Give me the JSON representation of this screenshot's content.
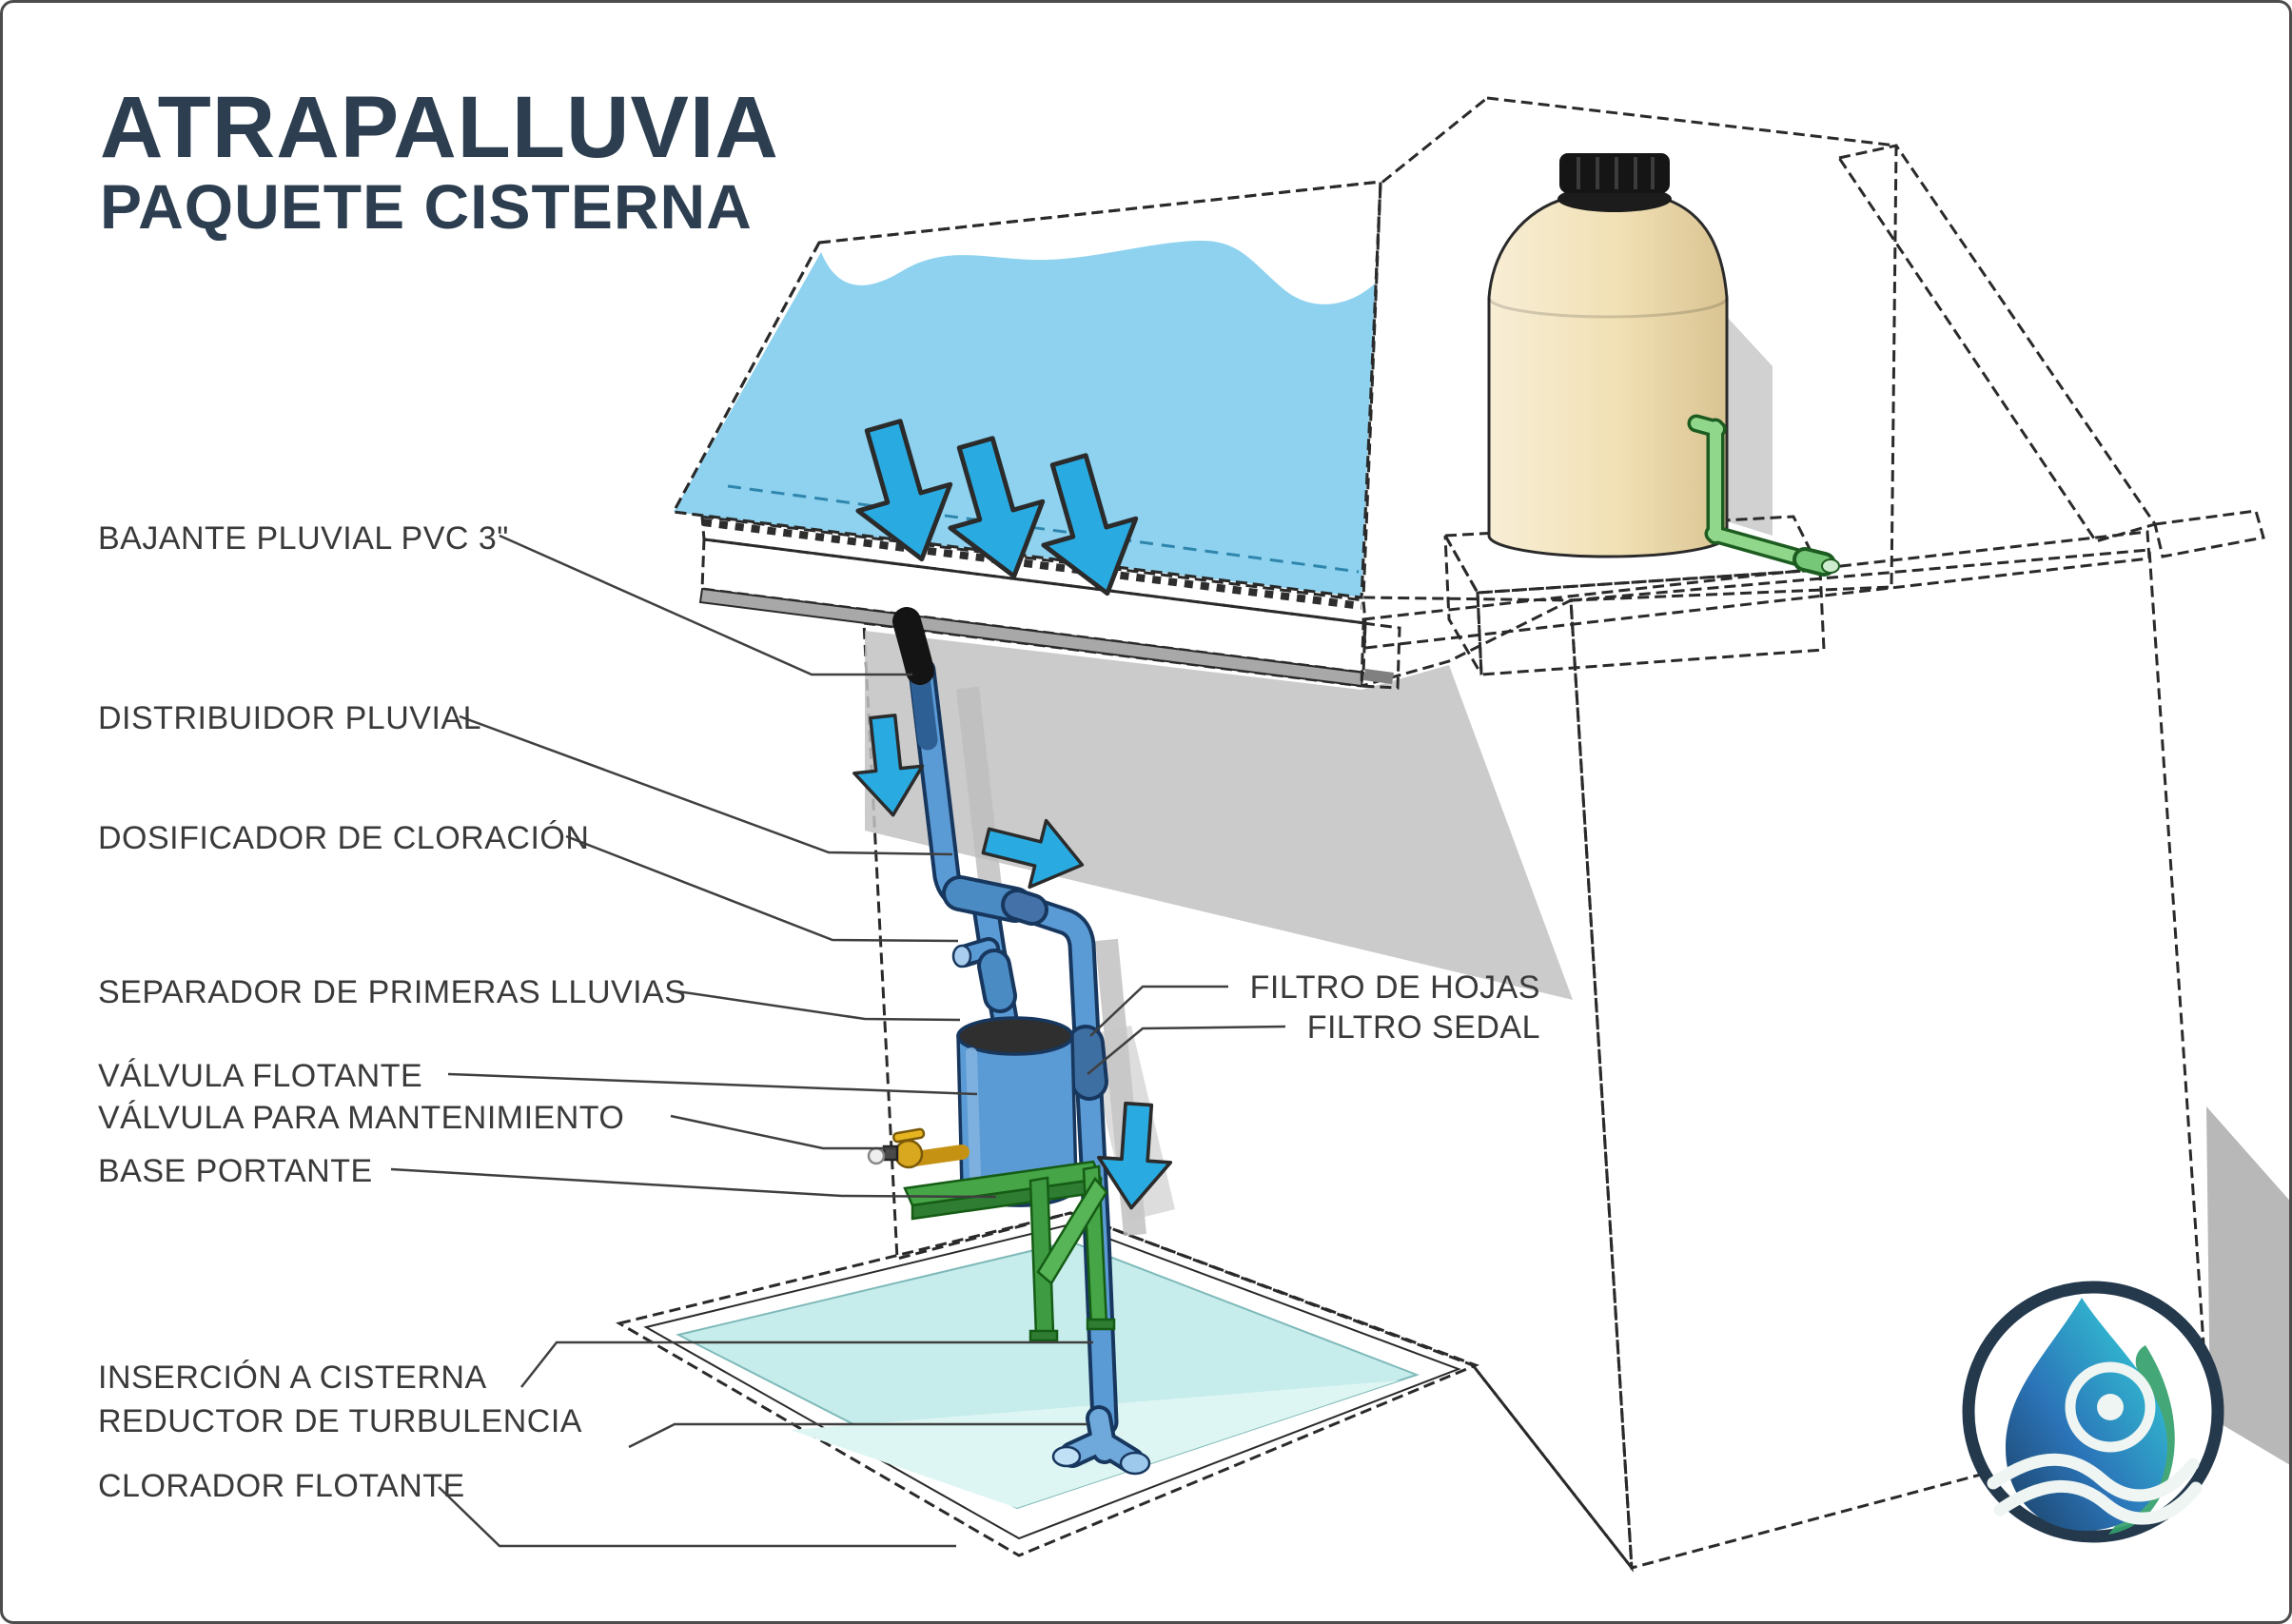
{
  "title": {
    "main": "ATRAPALLUVIA",
    "subtitle": "PAQUETE CISTERNA"
  },
  "labels": {
    "bajante_pluvial": "BAJANTE PLUVIAL PVC 3\"",
    "distribuidor_pluvial": "DISTRIBUIDOR PLUVIAL",
    "dosificador_cloracion": "DOSIFICADOR DE CLORACIÓN",
    "separador_primeras_lluvias": "SEPARADOR DE PRIMERAS LLUVIAS",
    "valvula_flotante": "VÁLVULA FLOTANTE",
    "valvula_mantenimiento": "VÁLVULA PARA MANTENIMIENTO",
    "base_portante": "BASE PORTANTE",
    "filtro_hojas": "FILTRO DE HOJAS",
    "filtro_sedal": "FILTRO SEDAL",
    "insercion_cisterna": "INSERCIÓN A CISTERNA",
    "reductor_turbulencia": "REDUCTOR DE TURBULENCIA",
    "clorador_flotante": "CLORADOR FLOTANTE"
  },
  "icons": {
    "logo": "water-drop-logo"
  },
  "colors": {
    "title_navy": "#2c3e50",
    "label_text": "#3a3a3a",
    "roof_water_blue": "#8ed2ef",
    "flow_arrow_blue": "#29abe2",
    "pipe_blue": "#5b9bd5",
    "cistern_water_cyan": "#cfeff0",
    "tank_cream": "#f1e0b4",
    "support_green": "#46a546",
    "rooftop_pipe_green": "#90d78c",
    "valve_brass": "#d9a81e",
    "wall_gray": "#c6c6c6",
    "logo_teal": "#2da8c8",
    "logo_green": "#46b289",
    "logo_navy_ring": "#24394c"
  }
}
